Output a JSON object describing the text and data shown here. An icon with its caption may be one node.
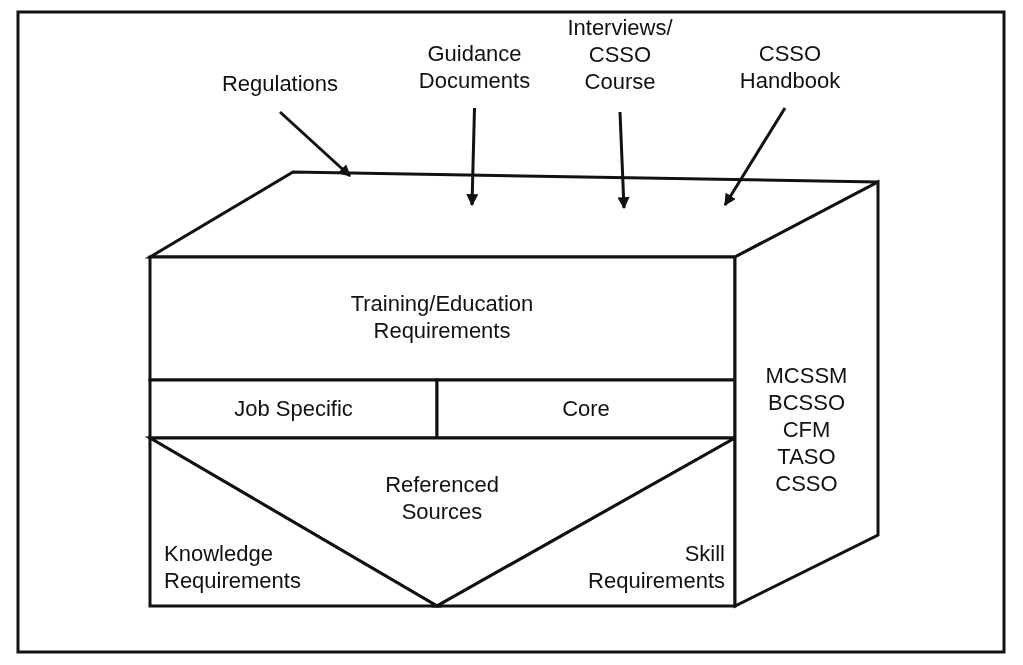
{
  "diagram": {
    "nodes": [
      {
        "text": [
          "Regulations"
        ]
      },
      {
        "text": [
          "Guidance Documents"
        ]
      },
      {
        "text": [
          "Interviews/ CSSO Course"
        ]
      },
      {
        "text": [
          "CSSO Handbook"
        ]
      },
      {
        "text": [],
        "shape": "box"
      },
      {
        "text": [
          "Training/Education Requirements"
        ]
      },
      {
        "text": [
          "Job Specific"
        ]
      },
      {
        "text": [
          "Core"
        ]
      },
      {
        "text": [
          "Referenced Sources"
        ]
      },
      {
        "text": [
          "Knowledge Requirements"
        ]
      },
      {
        "text": [
          "Skill Requirements"
        ]
      },
      {
        "text": [
          "MCSSM",
          "BCSSO",
          "CFM",
          "TASO",
          "CSSO"
        ]
      }
    ],
    "edges": [
      {
        "from": 0,
        "to": 4,
        "arrow": "to"
      },
      {
        "from": 1,
        "to": 4,
        "arrow": "to"
      },
      {
        "from": 2,
        "to": 4,
        "arrow": "to"
      },
      {
        "from": 3,
        "to": 4,
        "arrow": "to"
      }
    ]
  }
}
